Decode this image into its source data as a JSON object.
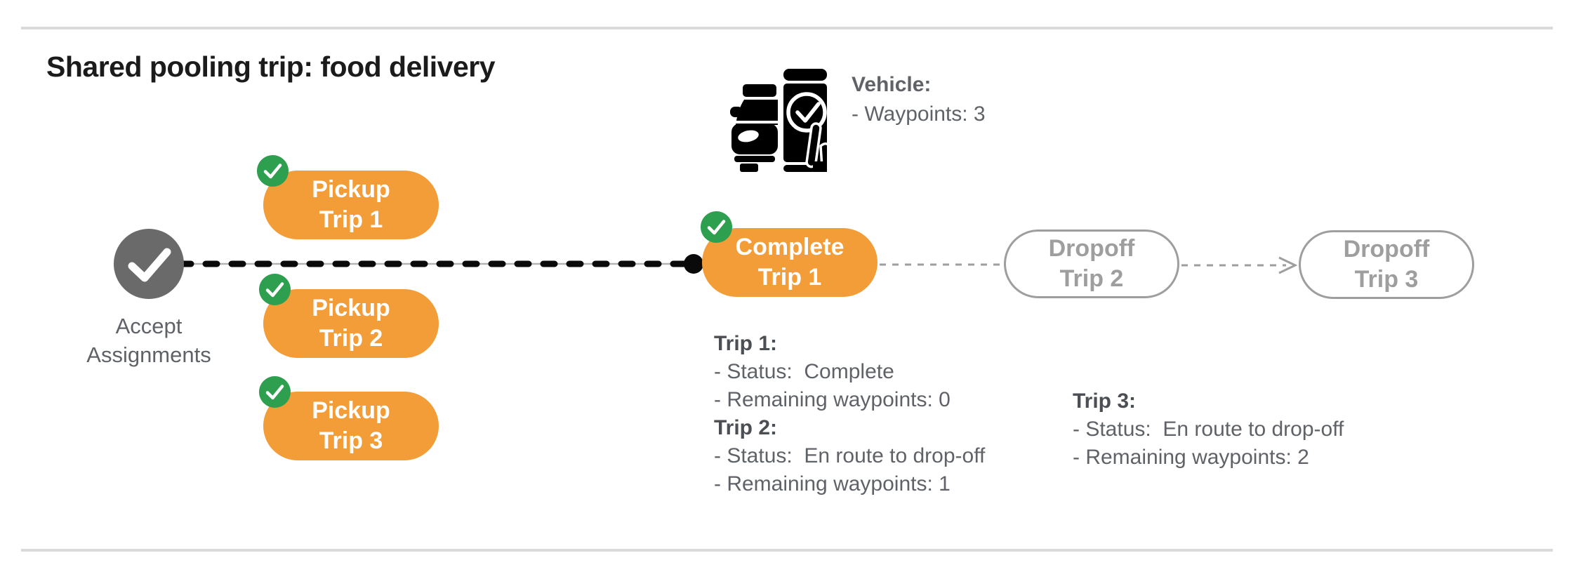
{
  "title": "Shared pooling trip: food delivery",
  "vehicle": {
    "icon": "car-phone-check-icon",
    "header": "Vehicle:",
    "waypoints_line": "- Waypoints: 3",
    "waypoints_count": 3
  },
  "flow": {
    "start_node": {
      "icon": "check-circle-icon",
      "label_line1": "Accept",
      "label_line2": "Assignments"
    },
    "pickups": [
      {
        "line1": "Pickup",
        "line2": "Trip 1",
        "badge_icon": "check-circle-icon"
      },
      {
        "line1": "Pickup",
        "line2": "Trip 2",
        "badge_icon": "check-circle-icon"
      },
      {
        "line1": "Pickup",
        "line2": "Trip 3",
        "badge_icon": "check-circle-icon"
      }
    ],
    "complete_node": {
      "line1": "Complete",
      "line2": "Trip 1",
      "badge_icon": "check-circle-icon"
    },
    "dropoffs": [
      {
        "line1": "Dropoff",
        "line2": "Trip 2"
      },
      {
        "line1": "Dropoff",
        "line2": "Trip 3"
      }
    ],
    "connectors": {
      "main_line_style": "black-dashed-over-gray",
      "secondary_line_style": "gray-dashed",
      "arrowhead": "right-arrow-before-dropoff-trip-3"
    }
  },
  "status_left": {
    "trip1_header": "Trip 1:",
    "trip1_status": "- Status:  Complete",
    "trip1_waypoints": "- Remaining waypoints: 0",
    "trip2_header": "Trip 2:",
    "trip2_status": "- Status:  En route to drop-off",
    "trip2_waypoints": "- Remaining waypoints: 1"
  },
  "status_right": {
    "trip3_header": "Trip 3:",
    "trip3_status": "- Status:  En route to drop-off",
    "trip3_waypoints": "- Remaining waypoints: 2"
  },
  "colors": {
    "orange": "#F29D38",
    "green": "#2E9E4F",
    "node-gray": "#6A6A6A",
    "text-gray": "#5F6368",
    "outline-gray": "#9E9E9E",
    "rule-gray": "#DADADA",
    "line-underlay": "#B3B3B3",
    "black": "#0A0A0A"
  }
}
